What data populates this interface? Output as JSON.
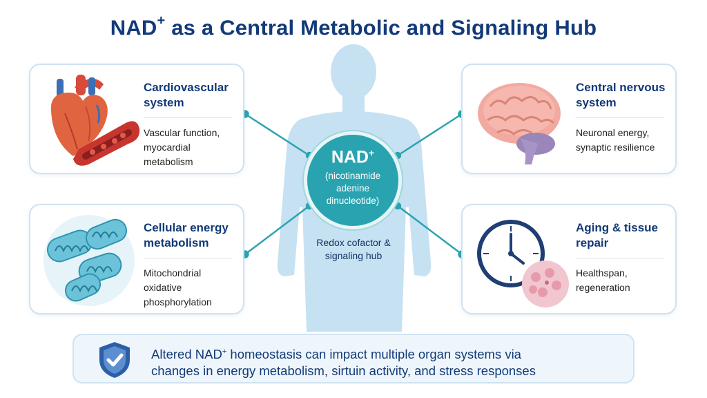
{
  "title": {
    "text": "NAD",
    "sup": "+",
    "rest": " as a Central Metabolic and Signaling Hub"
  },
  "cards": [
    {
      "heading": "Cardiovascular system",
      "body": "Vascular function, myocardial metabolism",
      "icon": "heart-icon"
    },
    {
      "heading": "Central nervous system",
      "body": "Neuronal energy, synaptic resilience",
      "icon": "brain-icon"
    },
    {
      "heading": "Cellular energy metabolism",
      "body": "Mitochondrial oxidative phosphorylation",
      "icon": "mitochondria-icon"
    },
    {
      "heading": "Aging & tissue repair",
      "body": "Healthspan, regeneration",
      "icon": "clock-icon"
    }
  ],
  "hub": {
    "name": "NAD",
    "sup": "+",
    "line1": "(nicotinamide",
    "line2": "adenine",
    "line3": "dinucleotide)",
    "caption1": "Redox cofactor &",
    "caption2": "signaling hub"
  },
  "banner": {
    "pre": "Altered NAD",
    "sup": "+",
    "post": " homeostasis can impact multiple organ systems via",
    "line2": "changes in energy metabolism, sirtuin activity, and stress responses",
    "icon": "shield-check-icon"
  },
  "colors": {
    "title": "#123a78",
    "hub": "#2aa3b0",
    "connector": "#2aa3b0",
    "silhouette": "#b9d9ef",
    "card_border": "#cfe2f1"
  }
}
